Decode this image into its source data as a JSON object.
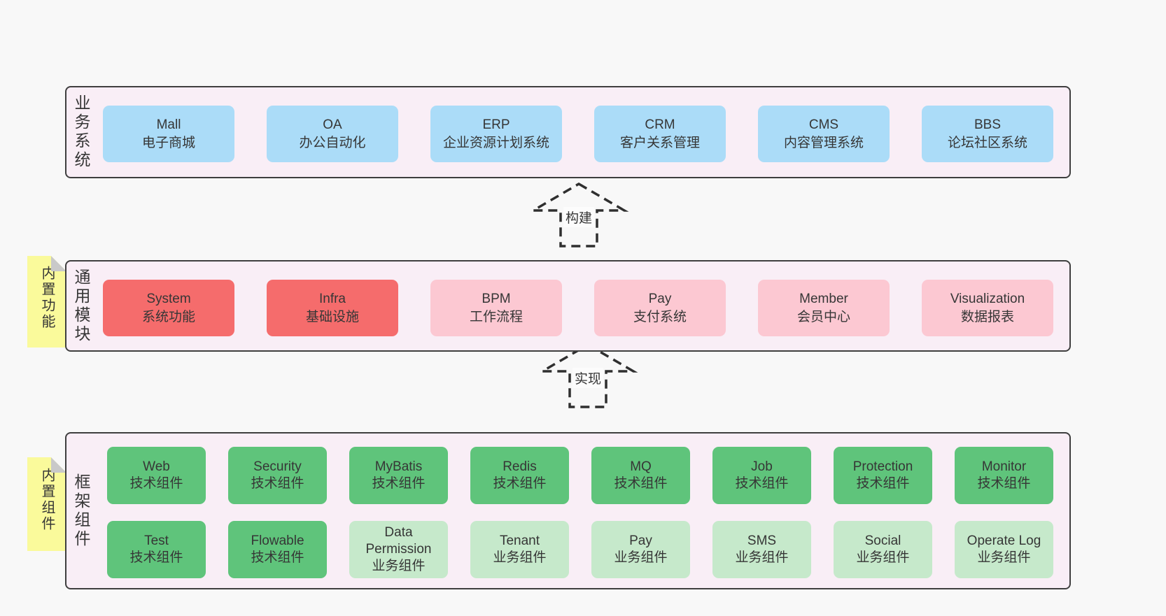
{
  "colors": {
    "page_bg": "#f8f8f8",
    "panel_bg": "#f9eef6",
    "panel_border": "#3f3f3f",
    "blue_box": "#abdcf8",
    "red_box": "#f56c6c",
    "pink_box": "#fcc8d2",
    "green_dark_box": "#5fc47b",
    "green_light_box": "#c6e9cb",
    "sticky_bg": "#fafa9b",
    "sticky_fold": "#c9c9c9",
    "text": "#363636"
  },
  "arrows": {
    "build": {
      "label": "构建"
    },
    "implement": {
      "label": "实现"
    }
  },
  "sections": {
    "business": {
      "label": "业务系统",
      "boxes": [
        {
          "title": "Mall",
          "subtitle": "电子商城"
        },
        {
          "title": "OA",
          "subtitle": "办公自动化"
        },
        {
          "title": "ERP",
          "subtitle": "企业资源计划系统"
        },
        {
          "title": "CRM",
          "subtitle": "客户关系管理"
        },
        {
          "title": "CMS",
          "subtitle": "内容管理系统"
        },
        {
          "title": "BBS",
          "subtitle": "论坛社区系统"
        }
      ]
    },
    "modules": {
      "label": "通用模块",
      "sticky": "内置功能",
      "boxes": [
        {
          "title": "System",
          "subtitle": "系统功能"
        },
        {
          "title": "Infra",
          "subtitle": "基础设施"
        },
        {
          "title": "BPM",
          "subtitle": "工作流程"
        },
        {
          "title": "Pay",
          "subtitle": "支付系统"
        },
        {
          "title": "Member",
          "subtitle": "会员中心"
        },
        {
          "title": "Visualization",
          "subtitle": "数据报表"
        }
      ]
    },
    "components": {
      "label": "框架组件",
      "sticky": "内置组件",
      "row1": [
        {
          "title": "Web",
          "subtitle": "技术组件"
        },
        {
          "title": "Security",
          "subtitle": "技术组件"
        },
        {
          "title": "MyBatis",
          "subtitle": "技术组件"
        },
        {
          "title": "Redis",
          "subtitle": "技术组件"
        },
        {
          "title": "MQ",
          "subtitle": "技术组件"
        },
        {
          "title": "Job",
          "subtitle": "技术组件"
        },
        {
          "title": "Protection",
          "subtitle": "技术组件"
        },
        {
          "title": "Monitor",
          "subtitle": "技术组件"
        }
      ],
      "row2": [
        {
          "title": "Test",
          "subtitle": "技术组件"
        },
        {
          "title": "Flowable",
          "subtitle": "技术组件"
        },
        {
          "title": "Data Permission",
          "subtitle": "业务组件"
        },
        {
          "title": "Tenant",
          "subtitle": "业务组件"
        },
        {
          "title": "Pay",
          "subtitle": "业务组件"
        },
        {
          "title": "SMS",
          "subtitle": "业务组件"
        },
        {
          "title": "Social",
          "subtitle": "业务组件"
        },
        {
          "title": "Operate Log",
          "subtitle": "业务组件"
        }
      ]
    }
  }
}
